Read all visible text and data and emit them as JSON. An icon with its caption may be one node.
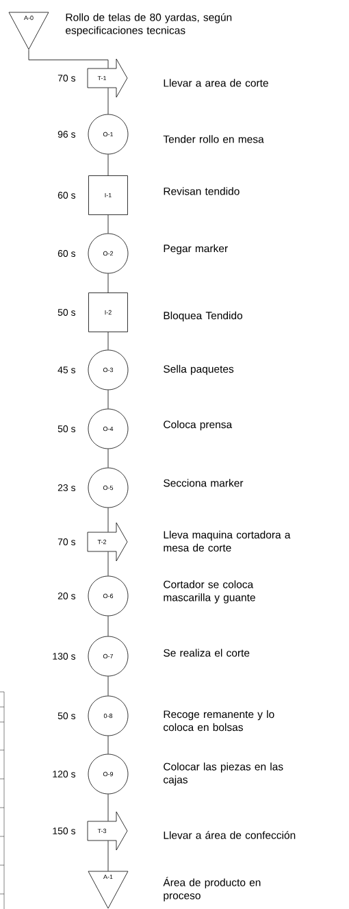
{
  "diagram": {
    "nodes": [
      {
        "text": [
          "A-0"
        ],
        "beside": [
          "Rollo de telas de 80 yardas, según especificaciones tecnicas"
        ]
      },
      {
        "text": [
          "T-1"
        ],
        "beside": [
          "70 s",
          "Llevar a area de corte"
        ]
      },
      {
        "text": [
          "O-1"
        ],
        "beside": [
          "96 s",
          "Tender rollo en mesa"
        ]
      },
      {
        "text": [
          "I-1"
        ],
        "beside": [
          "60 s",
          "Revisan tendido"
        ]
      },
      {
        "text": [
          "O-2"
        ],
        "beside": [
          "60 s",
          "Pegar marker"
        ]
      },
      {
        "text": [
          "I-2"
        ],
        "beside": [
          "50 s",
          "Bloquea Tendido"
        ]
      },
      {
        "text": [
          "O-3"
        ],
        "beside": [
          "45 s",
          "Sella paquetes"
        ]
      },
      {
        "text": [
          "O-4"
        ],
        "beside": [
          "50 s",
          "Coloca prensa"
        ]
      },
      {
        "text": [
          "O-5"
        ],
        "beside": [
          "23 s",
          "Secciona marker"
        ]
      },
      {
        "text": [
          "T-2"
        ],
        "beside": [
          "70 s",
          "Lleva maquina cortadora a mesa de corte"
        ]
      },
      {
        "text": [
          "O-6"
        ],
        "beside": [
          "20 s",
          "Cortador se coloca mascarilla y guante"
        ]
      },
      {
        "text": [
          "O-7"
        ],
        "beside": [
          "130 s",
          "Se realiza el corte"
        ]
      },
      {
        "text": [
          "0-8"
        ],
        "beside": [
          "50 s",
          "Recoge remanente y lo coloca en bolsas"
        ]
      },
      {
        "text": [
          "O-9"
        ],
        "beside": [
          "120 s",
          "Colocar las piezas en las cajas"
        ]
      },
      {
        "text": [
          "T-3"
        ],
        "beside": [
          "150 s",
          "Llevar a área de confección"
        ]
      },
      {
        "text": [
          "A-1"
        ],
        "beside": [
          "Área de producto en proceso"
        ]
      }
    ],
    "edges": [
      {
        "from": 0,
        "to": 1,
        "arrow": "none"
      },
      {
        "from": 1,
        "to": 2,
        "arrow": "none"
      },
      {
        "from": 2,
        "to": 3,
        "arrow": "none"
      },
      {
        "from": 3,
        "to": 4,
        "arrow": "none"
      },
      {
        "from": 4,
        "to": 5,
        "arrow": "none"
      },
      {
        "from": 5,
        "to": 6,
        "arrow": "none"
      },
      {
        "from": 6,
        "to": 7,
        "arrow": "none"
      },
      {
        "from": 7,
        "to": 8,
        "arrow": "none"
      },
      {
        "from": 8,
        "to": 9,
        "arrow": "none"
      },
      {
        "from": 9,
        "to": 10,
        "arrow": "none"
      },
      {
        "from": 10,
        "to": 11,
        "arrow": "none"
      },
      {
        "from": 11,
        "to": 12,
        "arrow": "none"
      },
      {
        "from": 12,
        "to": 13,
        "arrow": "none"
      },
      {
        "from": 13,
        "to": 14,
        "arrow": "none"
      },
      {
        "from": 14,
        "to": 15,
        "arrow": "none"
      }
    ]
  }
}
